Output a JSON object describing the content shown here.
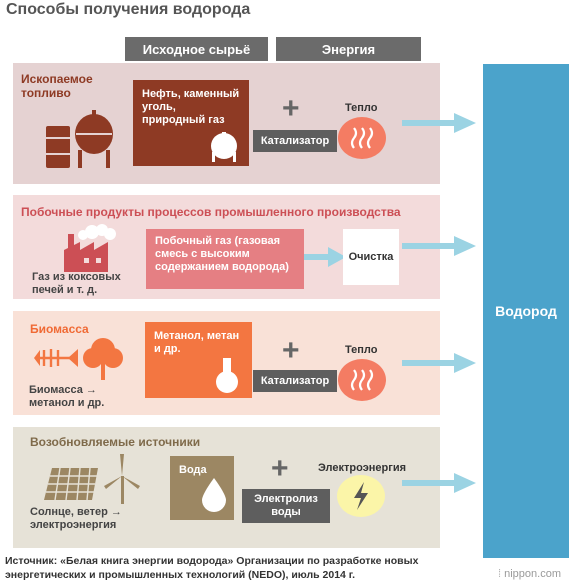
{
  "title": "Способы получения водорода",
  "headers": {
    "raw": "Исходное сырьё",
    "energy": "Энергия"
  },
  "hydrogen": "Водород",
  "fossil": {
    "label": "Ископаемое топливо",
    "raw": "Нефть, каменный уголь, природный газ",
    "catalyst": "Катализатор",
    "energy": "Тепло"
  },
  "industrial": {
    "label": "Побочные продукты процессов промышленного производства",
    "source": "Газ из коксовых печей и т. д.",
    "raw": "Побочный газ (газовая смесь с высоким содержанием водорода)",
    "process": "Очистка"
  },
  "biomass": {
    "label": "Биомасса",
    "source": "Биомасса → метанол и др.",
    "raw": "Метанол, метан и др.",
    "catalyst": "Катализатор",
    "energy": "Тепло"
  },
  "renewable": {
    "label": "Возобновляемые источники",
    "source": "Солнце, ветер → электроэнергия",
    "raw": "Вода",
    "process": "Электролиз воды",
    "energy": "Электроэнергия"
  },
  "source": "Источник: «Белая книга энергии водорода» Организации по разработке новых энергетических и промышленных технологий (NEDO), июль 2014 г.",
  "logo": "nippon.com",
  "colors": {
    "fossil_band": "#e5d2d2",
    "fossil_box": "#8e3a24",
    "industrial_band": "#f3dbdb",
    "industrial_box": "#e57f83",
    "biomass_band": "#f9e1d7",
    "biomass_box": "#f37641",
    "renewable_band": "#e6e2d7",
    "renewable_box": "#9c8763",
    "heat": "#f47c63",
    "electricity": "#fbf5a8",
    "hydrogen": "#4ba3cb",
    "arrow": "#9bd3e3"
  }
}
